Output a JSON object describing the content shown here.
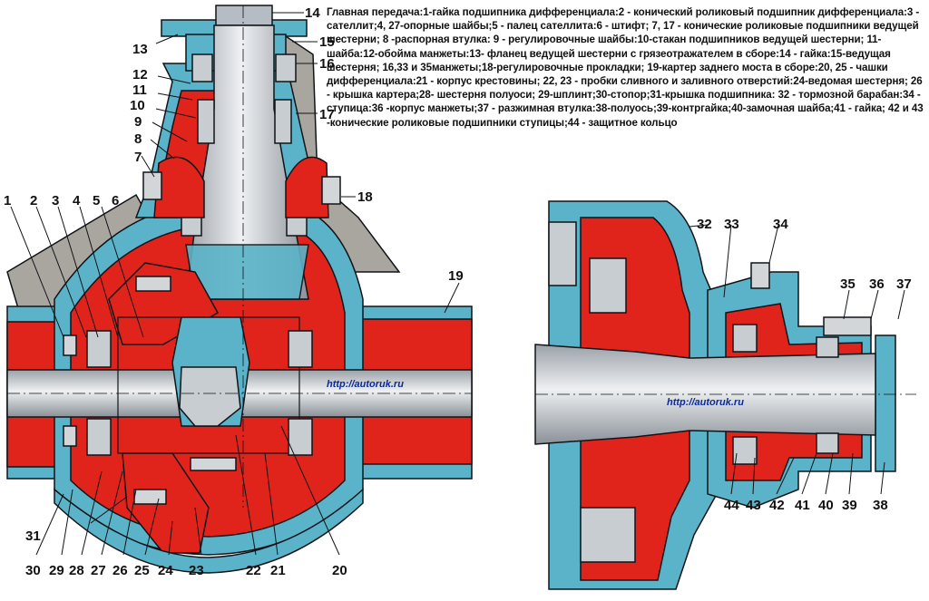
{
  "caption": "Главная передача:1-гайка подшипника дифференциала:2 - конический роликовый подшипник дифференциала:3 - сателлит;4, 27-опорные шайбы;5 - палец сателлита:6 - штифт; 7, 17 - конические роликовые подшипники ведущей шестерни; 8 -распорная втулка: 9 - регулировочные шайбы:10-стакан подшипников ведущей шестерни; 11-шайба:12-обойма манжеты:13- фланец ведущей шестерни с грязеотражателем в сборе:14 - гайка:15-ведущая шестерня; 16,33 и 35манжеты;18-регулировочные прокладки; 19-картер заднего моста в сборе:20, 25 - чашки дифференциала:21 - корпус крестовины; 22, 23 - пробки сливного и заливного отверстий:24-ведомая шестерня; 26 - крышка картера;28- шестерня полуоси; 29-шплинт;30-стопор;31-крышка подшипника: 32 - тормозной барабан:34 - ступица:36 -корпус манжеты;37 - разжимная втулка:38-полуось;39-контргайка;40-замочная шайба;41 - гайка; 42 и 43 -конические роликовые подшипники ступицы;44 - защитное кольцо",
  "watermark": "http://autoruk.ru",
  "callouts": {
    "n1": "1",
    "n2": "2",
    "n3": "3",
    "n4": "4",
    "n5": "5",
    "n6": "6",
    "n7": "7",
    "n8": "8",
    "n9": "9",
    "n10": "10",
    "n11": "11",
    "n12": "12",
    "n13": "13",
    "n14": "14",
    "n15": "15",
    "n16": "16",
    "n17": "17",
    "n18": "18",
    "n19": "19",
    "n20": "20",
    "n21": "21",
    "n22": "22",
    "n23": "23",
    "n24": "24",
    "n25": "25",
    "n26": "26",
    "n27": "27",
    "n28": "28",
    "n29": "29",
    "n30": "30",
    "n31": "31",
    "n32": "32",
    "n33": "33",
    "n34": "34",
    "n35": "35",
    "n36": "36",
    "n37": "37",
    "n38": "38",
    "n39": "39",
    "n40": "40",
    "n41": "41",
    "n42": "42",
    "n43": "43",
    "n44": "44"
  },
  "colors": {
    "housing": "#5ab3c8",
    "gear": "#e0241b",
    "steel": "#c8cdd2",
    "background_part": "#a9a6a0",
    "outline": "#101418"
  }
}
